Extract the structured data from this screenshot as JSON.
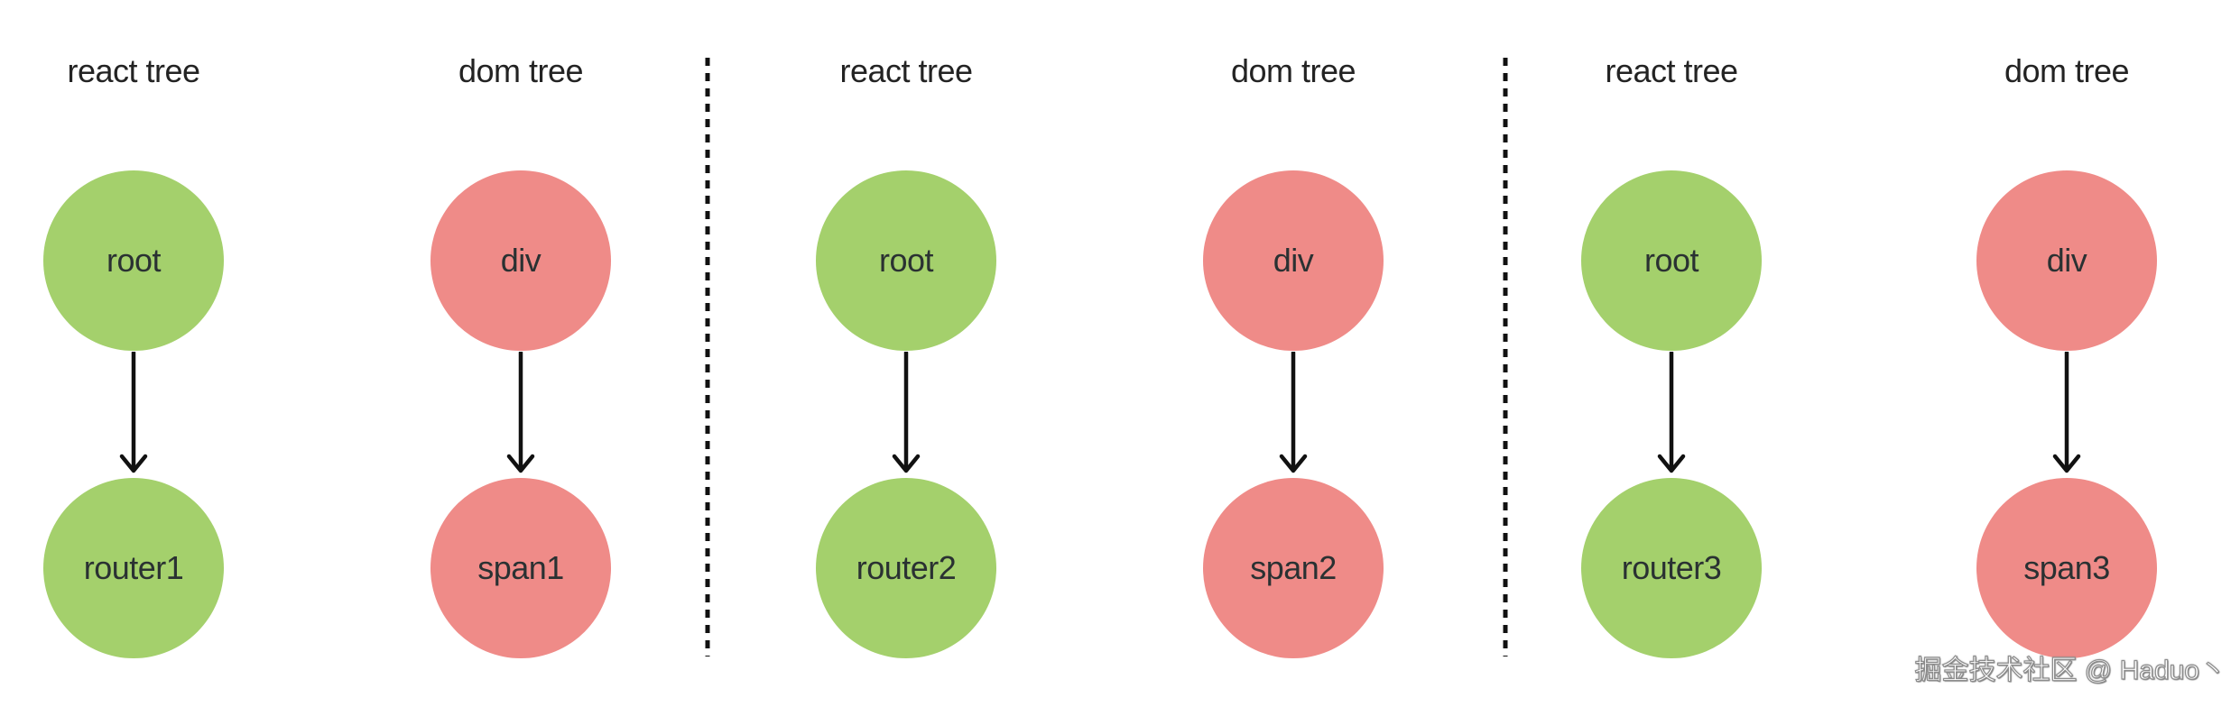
{
  "diagram": {
    "description": "react tree vs dom tree mapping, three sections",
    "columns": [
      {
        "title": "react tree",
        "kind": "react",
        "nodes": [
          "root",
          "router1"
        ]
      },
      {
        "title": "dom tree",
        "kind": "dom",
        "nodes": [
          "div",
          "span1"
        ]
      },
      {
        "title": "react tree",
        "kind": "react",
        "nodes": [
          "root",
          "router2"
        ]
      },
      {
        "title": "dom tree",
        "kind": "dom",
        "nodes": [
          "div",
          "span2"
        ]
      },
      {
        "title": "react tree",
        "kind": "react",
        "nodes": [
          "root",
          "router3"
        ]
      },
      {
        "title": "dom tree",
        "kind": "dom",
        "nodes": [
          "div",
          "span3"
        ]
      }
    ]
  },
  "watermark": "掘金技术社区 @ Haduo丶",
  "colors": {
    "react_node_fill": "#a4d06c",
    "dom_node_fill": "#ef8b88",
    "node_text": "#2a3132",
    "title_text": "#232323",
    "line": "#111111",
    "background": "#ffffff"
  }
}
